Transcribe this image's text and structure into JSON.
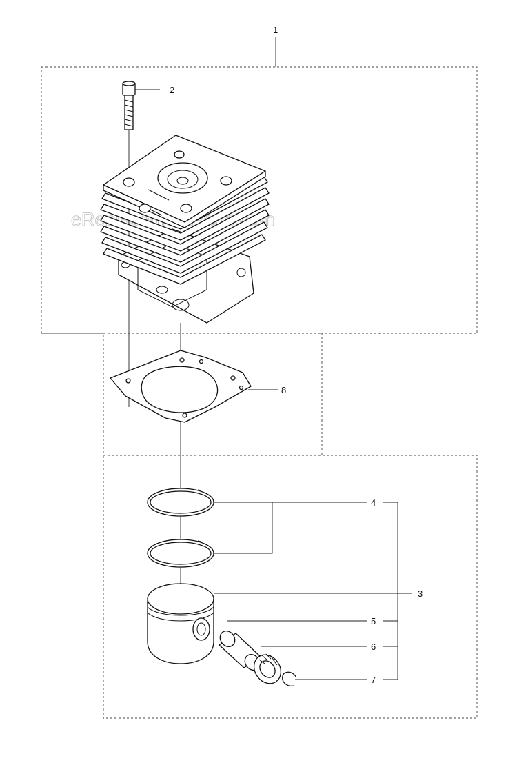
{
  "watermark": "eReplacementParts.com",
  "callouts": [
    {
      "id": "1",
      "label": "1"
    },
    {
      "id": "2",
      "label": "2"
    },
    {
      "id": "3",
      "label": "3"
    },
    {
      "id": "4",
      "label": "4"
    },
    {
      "id": "5",
      "label": "5"
    },
    {
      "id": "6",
      "label": "6"
    },
    {
      "id": "7",
      "label": "7"
    },
    {
      "id": "8",
      "label": "8"
    }
  ],
  "parts": [
    {
      "callout": "1",
      "icon": "cylinder-assembly-icon"
    },
    {
      "callout": "2",
      "icon": "cap-screw-icon"
    },
    {
      "callout": "3",
      "icon": "piston-icon"
    },
    {
      "callout": "4",
      "icon": "piston-ring-icon"
    },
    {
      "callout": "5",
      "icon": "piston-pin-icon"
    },
    {
      "callout": "6",
      "icon": "needle-bearing-icon"
    },
    {
      "callout": "7",
      "icon": "circlip-icon"
    },
    {
      "callout": "8",
      "icon": "cylinder-gasket-icon"
    }
  ]
}
